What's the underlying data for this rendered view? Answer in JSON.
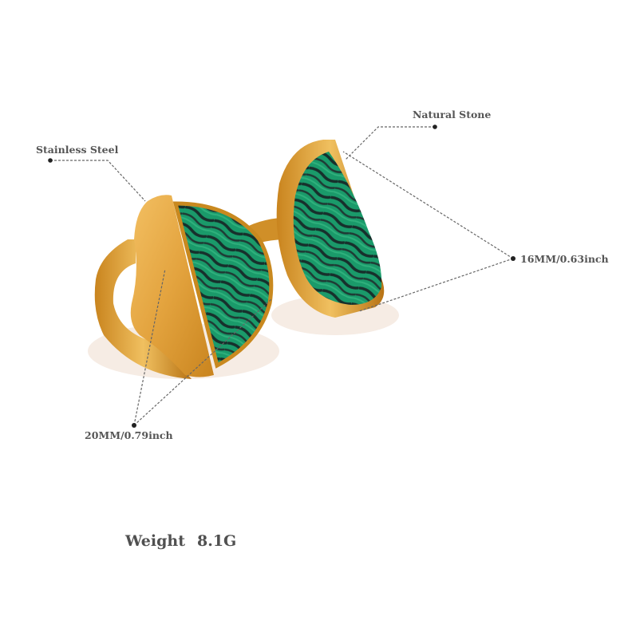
{
  "product": {
    "type": "ring pair (stainless steel, gold tone, malachite-style natural stone)",
    "colors": {
      "gold": "#d9962a",
      "gold_light": "#f0b94e",
      "stone_green": "#1a9a6a",
      "stone_dark": "#1c2a2a",
      "shadow": "#f3e6dc"
    }
  },
  "annotations": {
    "stainless_steel": "Stainless Steel",
    "natural_stone": "Natural Stone",
    "width_dimension": "16MM/0.63inch",
    "length_dimension": "20MM/0.79inch"
  },
  "weight": {
    "label": "Weight",
    "value": "8.1G"
  }
}
